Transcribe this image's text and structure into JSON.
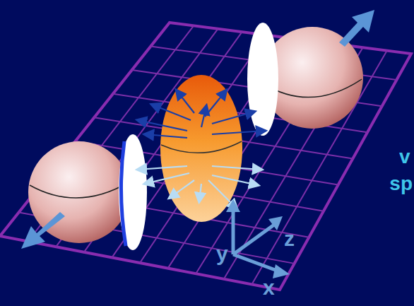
{
  "diagram": {
    "labels": [
      "v",
      "sp",
      "z",
      "y",
      "x"
    ]
  }
}
